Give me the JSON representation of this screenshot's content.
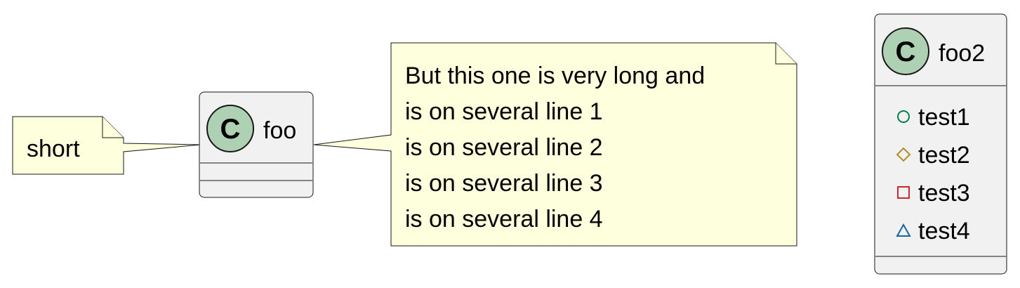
{
  "notes": {
    "short": {
      "text": "short"
    },
    "long": {
      "lines": [
        "But this one is very long and",
        "is on several line 1",
        "is on several line 2",
        "is on several line 3",
        "is on several line 4"
      ]
    }
  },
  "classes": {
    "foo": {
      "name": "foo",
      "stereotype_letter": "C"
    },
    "foo2": {
      "name": "foo2",
      "stereotype_letter": "C",
      "members": [
        {
          "name": "test1",
          "visibility_icon": "circle-icon",
          "color": "#038048"
        },
        {
          "name": "test2",
          "visibility_icon": "diamond-icon",
          "color": "#B38D22"
        },
        {
          "name": "test3",
          "visibility_icon": "square-icon",
          "color": "#C82930"
        },
        {
          "name": "test4",
          "visibility_icon": "triangle-icon",
          "color": "#1963A0"
        }
      ]
    }
  },
  "colors": {
    "class_fill": "#F1F1F1",
    "class_border": "#181818",
    "class_badge": "#ADD1B2",
    "note_fill": "#FEFFDD"
  }
}
